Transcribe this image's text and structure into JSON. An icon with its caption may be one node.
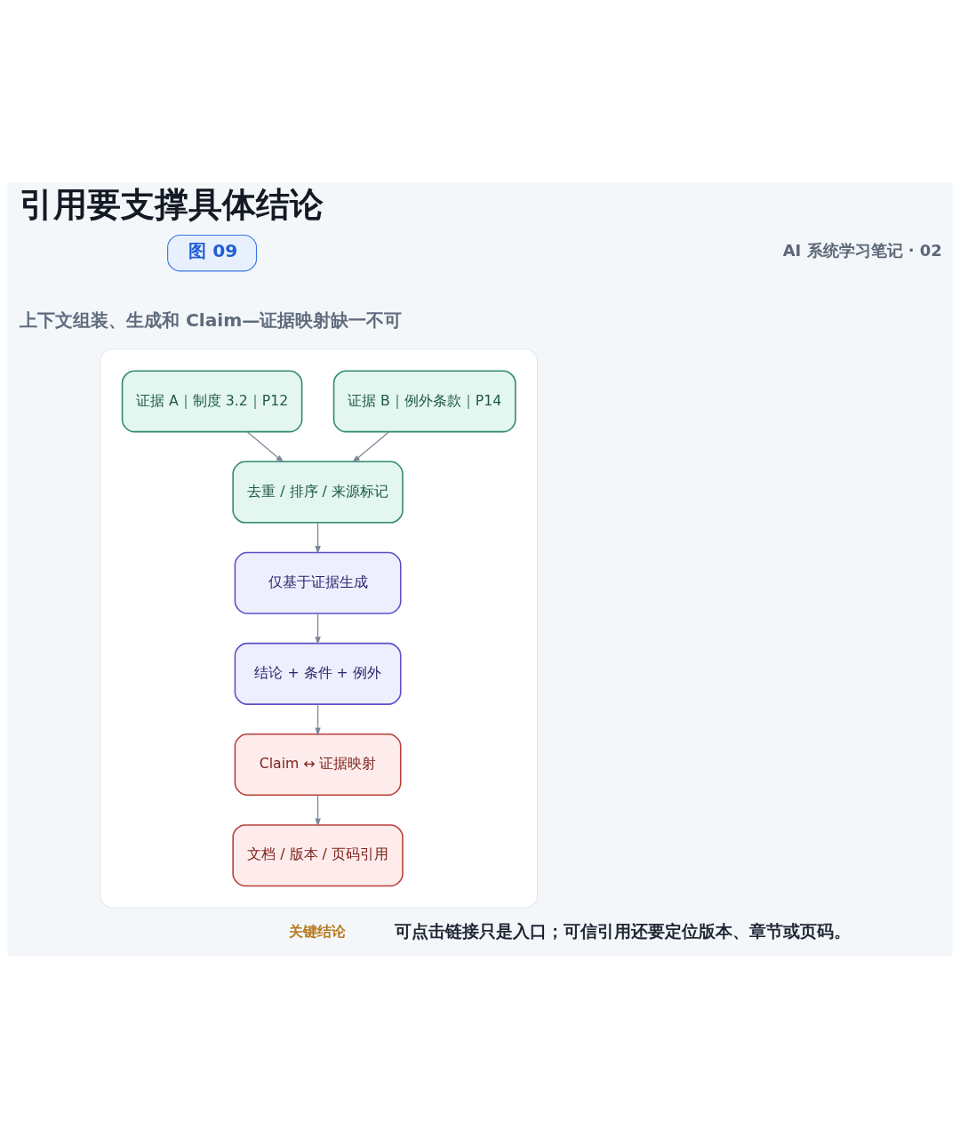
{
  "diagram": {
    "title": "引用要支撑具体结论",
    "nodes": [
      {
        "text": [],
        "shape": "box"
      },
      {
        "text": [
          "证据 A｜制度 3.2｜P12"
        ],
        "in": 0
      },
      {
        "text": [
          "证据 B｜例外条款｜P14"
        ],
        "in": 0
      },
      {
        "text": [
          "去重 / 排序 / 来源标记"
        ],
        "in": 0
      },
      {
        "text": [
          "仅基于证据生成"
        ],
        "in": 0
      },
      {
        "text": [
          "结论 + 条件 + 例外"
        ],
        "in": 0
      },
      {
        "text": [
          "Claim ↔ 证据映射"
        ],
        "in": 0
      },
      {
        "text": [
          "文档 / 版本 / 页码引用"
        ],
        "in": 0
      }
    ],
    "edges": [
      {
        "from": 1,
        "to": 3,
        "arrow": "to"
      },
      {
        "from": 2,
        "to": 3,
        "arrow": "to"
      },
      {
        "from": 3,
        "to": 4,
        "arrow": "to"
      },
      {
        "from": 4,
        "to": 5,
        "arrow": "to"
      },
      {
        "from": 5,
        "to": 6,
        "arrow": "to"
      },
      {
        "from": 6,
        "to": 7,
        "arrow": "to"
      }
    ],
    "labels": [
      "图 09",
      "AI 系统学习笔记 · 02",
      "上下文组装、生成和 Claim—证据映射缺一不可",
      "关键结论",
      "可点击链接只是入口；可信引用还要定位版本、章节或页码。"
    ]
  }
}
